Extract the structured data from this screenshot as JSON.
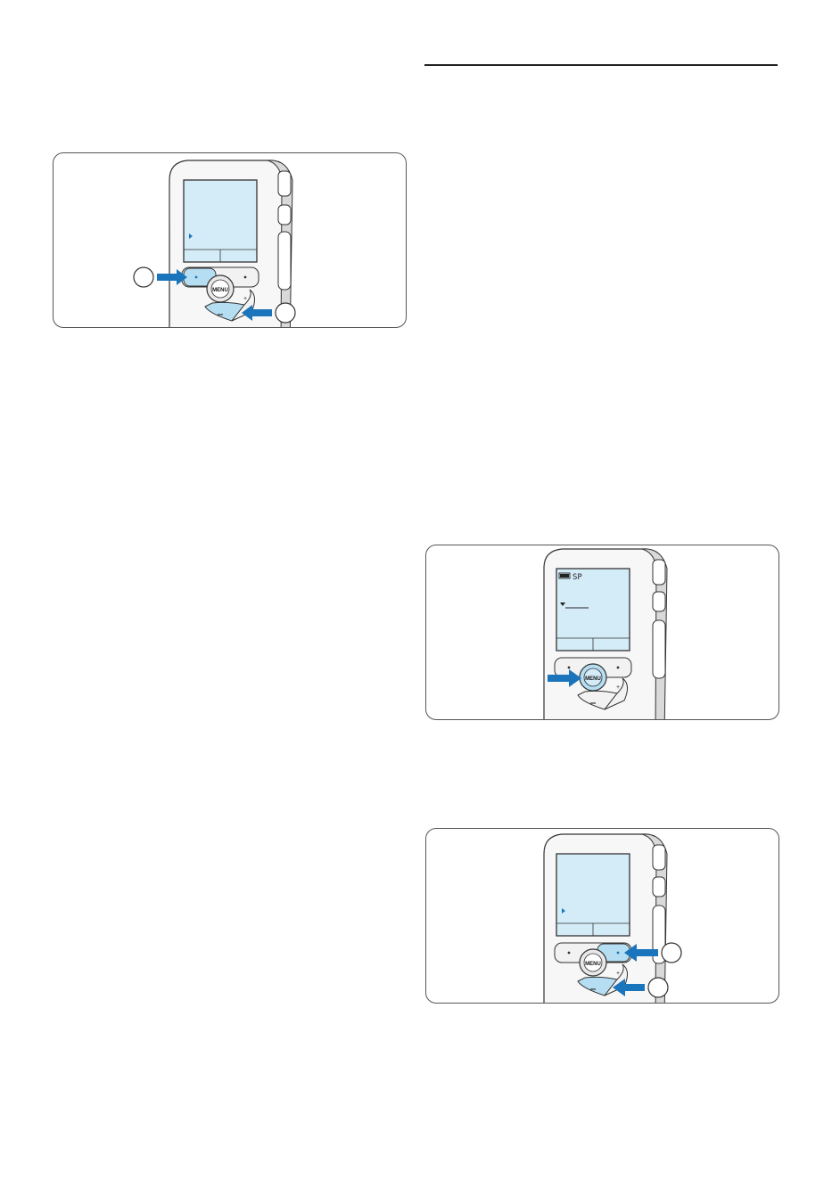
{
  "illustrations": [
    {
      "id": "fig-1",
      "device": {
        "menu_button_label": "MENU",
        "screen_lines": []
      },
      "callouts": [
        "",
        ""
      ]
    },
    {
      "id": "fig-2",
      "device": {
        "menu_button_label": "MENU",
        "screen_status": "SP"
      },
      "callouts": []
    },
    {
      "id": "fig-3",
      "device": {
        "menu_button_label": "MENU",
        "screen_lines": []
      },
      "callouts": [
        "",
        ""
      ]
    }
  ],
  "colors": {
    "arrow_blue": "#1b75bc",
    "screen_blue": "#d4ecf8",
    "highlight_blue": "#b6def2",
    "panel_border": "#555555"
  }
}
